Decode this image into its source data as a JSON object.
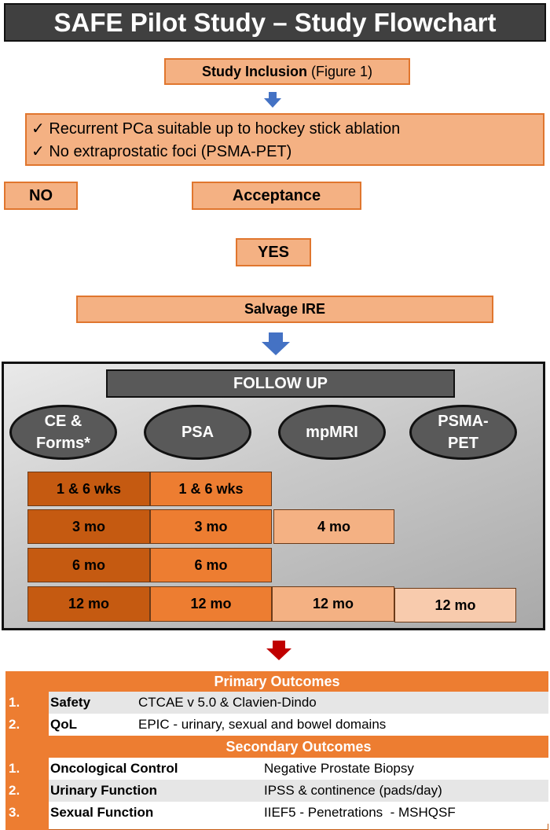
{
  "title": "SAFE Pilot Study – Study Flowchart",
  "inclusion": {
    "bold": "Study Inclusion",
    "suffix": " (Figure 1)"
  },
  "criteria": [
    "✓ Recurrent PCa suitable up to hockey stick ablation",
    "✓ No extraprostatic foci (PSMA-PET)"
  ],
  "no_label": "NO",
  "acceptance_label": "Acceptance",
  "yes_label": "YES",
  "salvage_label": "Salvage IRE",
  "followup": {
    "header": "FOLLOW UP",
    "columns": [
      {
        "line1": "CE &",
        "line2": "Forms*"
      },
      {
        "line1": "PSA",
        "line2": ""
      },
      {
        "line1": "mpMRI",
        "line2": ""
      },
      {
        "line1": "PSMA-",
        "line2": "PET"
      }
    ],
    "rows": [
      [
        "1 & 6 wks",
        "1 & 6 wks",
        "",
        ""
      ],
      [
        "3 mo",
        "3 mo",
        "4 mo",
        ""
      ],
      [
        "6 mo",
        "6 mo",
        "",
        ""
      ],
      [
        "12 mo",
        "12 mo",
        "12 mo",
        "12 mo"
      ]
    ]
  },
  "outcomes": {
    "primary_title": "Primary Outcomes",
    "primary": [
      {
        "num": "1.",
        "name": "Safety",
        "desc": "CTCAE v 5.0 & Clavien-Dindo"
      },
      {
        "num": "2.",
        "name": "QoL",
        "desc": "EPIC - urinary, sexual and bowel domains"
      }
    ],
    "secondary_title": "Secondary Outcomes",
    "secondary": [
      {
        "num": "1.",
        "name": "Oncological Control",
        "desc": "Negative Prostate Biopsy"
      },
      {
        "num": "2.",
        "name": "Urinary Function",
        "desc": "IPSS & continence (pads/day)"
      },
      {
        "num": "3.",
        "name": "Sexual Function",
        "desc": "IIEF5 - Penetrations  - MSHQSF"
      }
    ]
  },
  "colors": {
    "dark_orange": "#c55a11",
    "orange": "#ed7d31",
    "light_orange": "#f4b183",
    "pale_orange": "#f8cbad",
    "blue_arrow": "#4472c4",
    "red_arrow": "#c00000"
  }
}
